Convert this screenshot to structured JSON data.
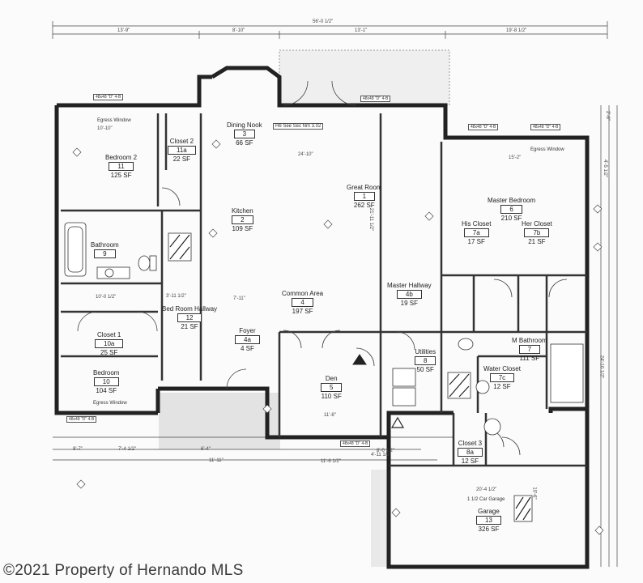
{
  "rooms": [
    {
      "id": "bedroom2",
      "name": "Bedroom 2",
      "num": "11",
      "area": "125 SF"
    },
    {
      "id": "closet2",
      "name": "Closet 2",
      "num": "11a",
      "area": "22 SF"
    },
    {
      "id": "dining",
      "name": "Dining Nook",
      "num": "3",
      "area": "66 SF"
    },
    {
      "id": "great",
      "name": "Great Room",
      "num": "1",
      "area": "262 SF"
    },
    {
      "id": "kitchen",
      "name": "Kitchen",
      "num": "2",
      "area": "109 SF"
    },
    {
      "id": "master",
      "name": "Master Bedroom",
      "num": "6",
      "area": "210 SF"
    },
    {
      "id": "hiscloset",
      "name": "His Closet",
      "num": "7a",
      "area": "17 SF"
    },
    {
      "id": "hercloset",
      "name": "Her Closet",
      "num": "7b",
      "area": "21 SF"
    },
    {
      "id": "bath",
      "name": "Bathroom",
      "num": "9",
      "area": ""
    },
    {
      "id": "masterhall",
      "name": "Master Hallway",
      "num": "4b",
      "area": "19 SF"
    },
    {
      "id": "common",
      "name": "Common Area",
      "num": "4",
      "area": "197 SF"
    },
    {
      "id": "bedhall",
      "name": "Bed Room Hallway",
      "num": "12",
      "area": "21 SF"
    },
    {
      "id": "foyer",
      "name": "Foyer",
      "num": "4a",
      "area": "4 SF"
    },
    {
      "id": "closet1",
      "name": "Closet 1",
      "num": "10a",
      "area": "25 SF"
    },
    {
      "id": "bedroom",
      "name": "Bedroom",
      "num": "10",
      "area": "104 SF"
    },
    {
      "id": "utilities",
      "name": "Utilities",
      "num": "8",
      "area": "50 SF"
    },
    {
      "id": "mbath",
      "name": "M Bathroom",
      "num": "7",
      "area": "111 SF"
    },
    {
      "id": "wc",
      "name": "Water Closet",
      "num": "7c",
      "area": "12 SF"
    },
    {
      "id": "den",
      "name": "Den",
      "num": "5",
      "area": "110 SF"
    },
    {
      "id": "closet3",
      "name": "Closet 3",
      "num": "8a",
      "area": "12 SF"
    },
    {
      "id": "garage",
      "name": "Garage",
      "num": "13",
      "area": "326 SF"
    }
  ],
  "dimensions": {
    "overall": "56'-0 1/2\"",
    "top_a": "13'-9\"",
    "top_b": "8'-10\"",
    "top_c": "13'-1\"",
    "top_d": "19'-8 1/2\"",
    "bed2_w": "10'-10\"",
    "great_w": "24'-10\"",
    "master_w": "15'-2\"",
    "hall_a": "3'-11 1/2\"",
    "common_w": "7'-11\"",
    "bath_w": "10'-0 1/2\"",
    "closet_a": "4'-11 1/2\"",
    "den_w": "11'-8\"",
    "garage_w": "20'-4 1/2\"",
    "bot_a": "9'-7\"",
    "bot_b": "7'-4 1/2\"",
    "bot_c": "6'-4\"",
    "bot_d": "11'-11\"",
    "bot_e": "11'-6 1/2\"",
    "bot_f": "8'-0 1/2\"",
    "right_a": "2'-6\"",
    "right_b": "4'-5 1/2\"",
    "right_c": "24'-10 1/2\"",
    "right_d": "10'-6\"",
    "right_e": "21'-11 1/2\""
  },
  "notes": {
    "egress1": "Egress Window",
    "egress2": "Egress Window",
    "egress3": "Egress Window",
    "garage_label": "1 1/2 Car Garage",
    "win_a": "48x48 \"D\" 4-B",
    "win_b": "48x48 \"D\" 4-B",
    "win_c": "48x48 \"D\" 4-B",
    "win_d": "48x48 \"D\" 4-B",
    "win_e": "48x48 \"D\" 4-B",
    "win_f": "48x48 \"D\" 4-B",
    "dining_note": "H6 See Sec Nm 3.02"
  },
  "watermark": "©2021 Property of Hernando MLS"
}
